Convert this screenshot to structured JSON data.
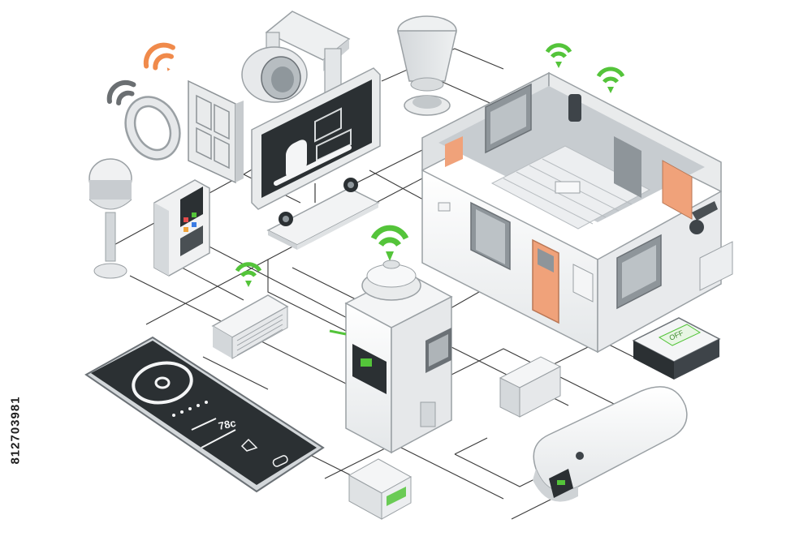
{
  "phone": {
    "temperature_readout": "78c"
  },
  "router": {
    "badge_text": "OFF"
  },
  "watermark": {
    "stock_id": "812703981"
  },
  "colors": {
    "signal_green": "#54c43a",
    "signal_orange": "#f08a4b",
    "signal_gray": "#6b6f72",
    "door_orange": "#f0a27a",
    "screen_dark": "#2b3033",
    "line": "#3a3a3a",
    "device_white": "#f4f5f6",
    "device_shade": "#d9dcde"
  },
  "icons": [
    "wifi-signal-icon",
    "smart-phone",
    "thermostat",
    "camera",
    "door",
    "speaker",
    "router",
    "water-heater",
    "air-conditioner",
    "house"
  ]
}
